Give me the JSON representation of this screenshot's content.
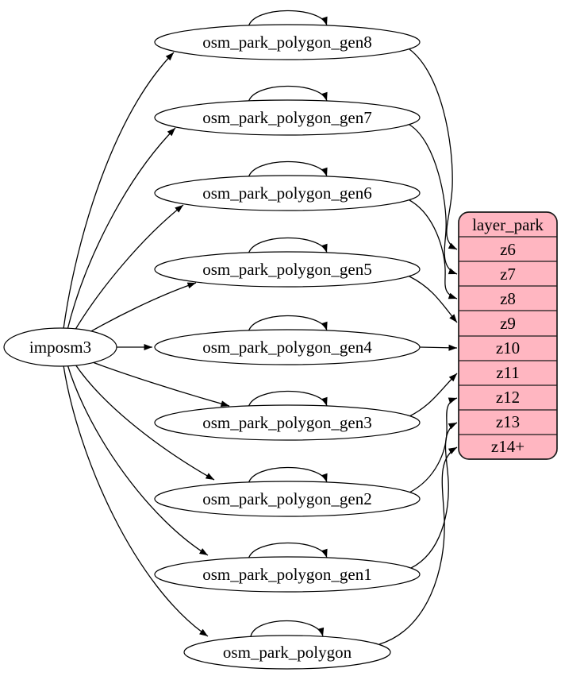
{
  "diagram": {
    "source_node": {
      "label": "imposm3"
    },
    "table_nodes": [
      "osm_park_polygon_gen8",
      "osm_park_polygon_gen7",
      "osm_park_polygon_gen6",
      "osm_park_polygon_gen5",
      "osm_park_polygon_gen4",
      "osm_park_polygon_gen3",
      "osm_park_polygon_gen2",
      "osm_park_polygon_gen1",
      "osm_park_polygon"
    ],
    "record_node": {
      "header": "layer_park",
      "rows": [
        "z6",
        "z7",
        "z8",
        "z9",
        "z10",
        "z11",
        "z12",
        "z13",
        "z14+"
      ]
    },
    "edges": {
      "source_to_tables": [
        "imposm3 -> osm_park_polygon_gen8",
        "imposm3 -> osm_park_polygon_gen7",
        "imposm3 -> osm_park_polygon_gen6",
        "imposm3 -> osm_park_polygon_gen5",
        "imposm3 -> osm_park_polygon_gen4",
        "imposm3 -> osm_park_polygon_gen3",
        "imposm3 -> osm_park_polygon_gen2",
        "imposm3 -> osm_park_polygon_gen1",
        "imposm3 -> osm_park_polygon"
      ],
      "self_loops": [
        "osm_park_polygon_gen8",
        "osm_park_polygon_gen7",
        "osm_park_polygon_gen6",
        "osm_park_polygon_gen5",
        "osm_park_polygon_gen4",
        "osm_park_polygon_gen3",
        "osm_park_polygon_gen2",
        "osm_park_polygon_gen1",
        "osm_park_polygon"
      ],
      "tables_to_layer_rows": [
        {
          "from": "osm_park_polygon_gen8",
          "to": "z6"
        },
        {
          "from": "osm_park_polygon_gen7",
          "to": "z7"
        },
        {
          "from": "osm_park_polygon_gen6",
          "to": "z8"
        },
        {
          "from": "osm_park_polygon_gen5",
          "to": "z9"
        },
        {
          "from": "osm_park_polygon_gen4",
          "to": "z10"
        },
        {
          "from": "osm_park_polygon_gen3",
          "to": "z11"
        },
        {
          "from": "osm_park_polygon_gen2",
          "to": "z12"
        },
        {
          "from": "osm_park_polygon_gen1",
          "to": "z13"
        },
        {
          "from": "osm_park_polygon",
          "to": "z14+"
        }
      ]
    },
    "colors": {
      "record_fill": "#ffb6c1",
      "node_fill": "#ffffff",
      "edge": "#000000",
      "text": "#000000",
      "background": "#ffffff"
    }
  }
}
